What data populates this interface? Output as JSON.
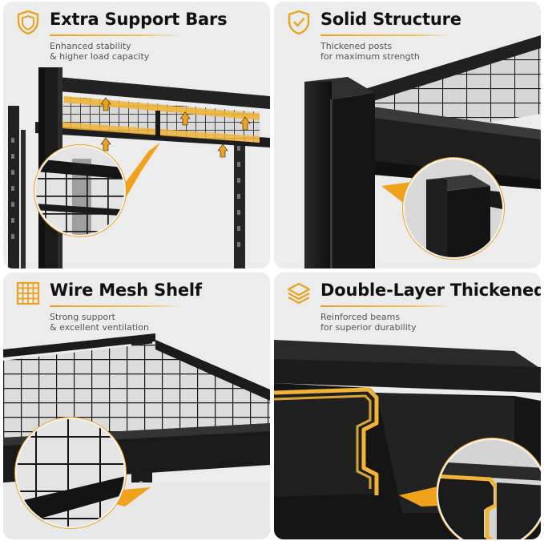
{
  "colors": {
    "accent": "#e8a321",
    "panel_bg": "#ececec",
    "metal": "#1c1c1c",
    "text_dark": "#111111",
    "text_sub": "#555555"
  },
  "panels": [
    {
      "title": "Extra Support Bars",
      "subtitle_lines": [
        "Enhanced stability",
        "& higher load capacity"
      ],
      "icon": "shield-icon"
    },
    {
      "title": "Solid Structure",
      "subtitle_lines": [
        "Thickened posts",
        "for maximum strength"
      ],
      "icon": "shield-check-icon"
    },
    {
      "title": "Wire Mesh Shelf",
      "subtitle_lines": [
        "Strong support",
        "& excellent ventilation"
      ],
      "icon": "grid-icon"
    },
    {
      "title": "Double-Layer Thickened",
      "subtitle_lines": [
        "Reinforced beams",
        "for superior durability"
      ],
      "icon": "layers-icon"
    }
  ]
}
